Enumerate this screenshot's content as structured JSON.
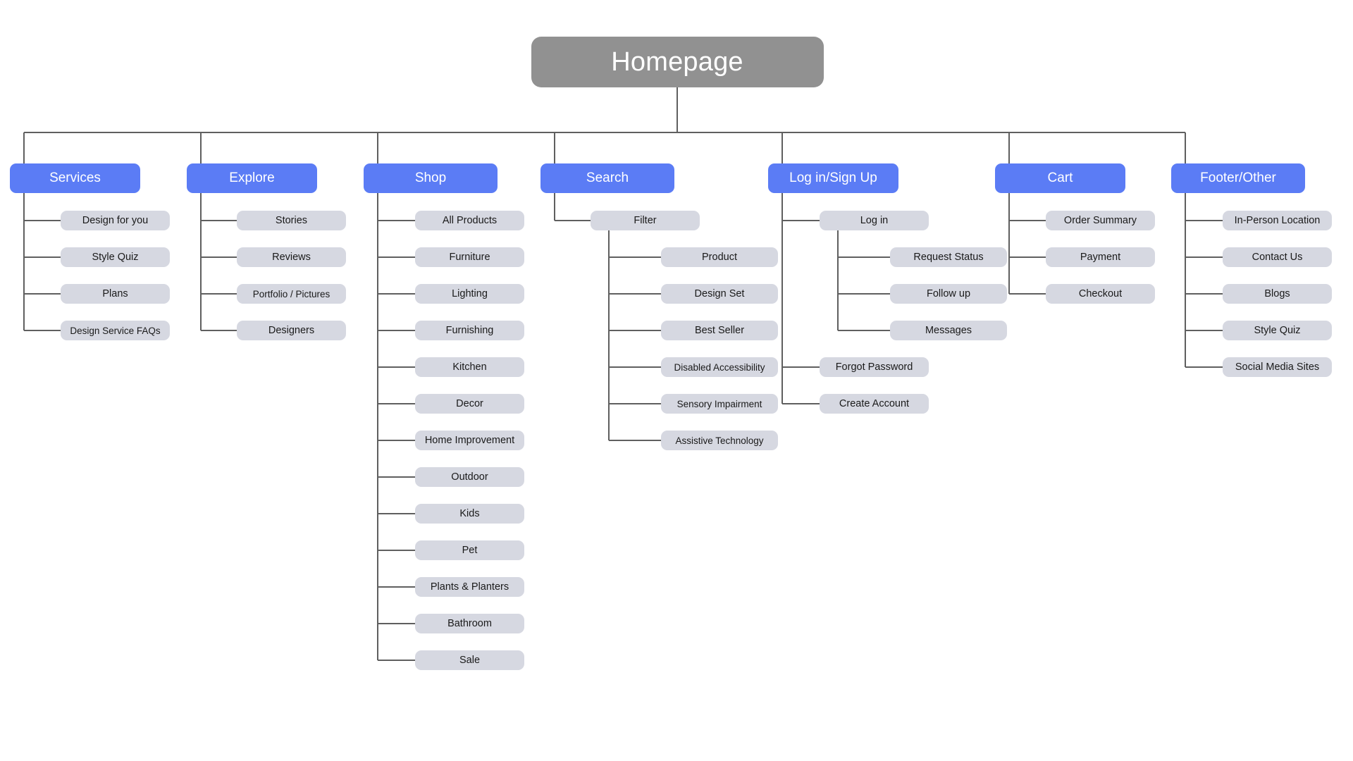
{
  "diagram": {
    "title": "Homepage",
    "type": "sitemap",
    "colors": {
      "root": "#919191",
      "category": "#5b7cf5",
      "leaf": "#d6d8e1",
      "connector": "#5f5f5f",
      "background": "#ffffff"
    },
    "root": {
      "label": "Homepage"
    },
    "categories": [
      {
        "label": "Services",
        "children": [
          {
            "label": "Design for you"
          },
          {
            "label": "Style Quiz"
          },
          {
            "label": "Plans"
          },
          {
            "label": "Design Service FAQs"
          }
        ]
      },
      {
        "label": "Explore",
        "children": [
          {
            "label": "Stories"
          },
          {
            "label": "Reviews"
          },
          {
            "label": "Portfolio / Pictures"
          },
          {
            "label": "Designers"
          }
        ]
      },
      {
        "label": "Shop",
        "children": [
          {
            "label": "All Products"
          },
          {
            "label": "Furniture"
          },
          {
            "label": "Lighting"
          },
          {
            "label": "Furnishing"
          },
          {
            "label": "Kitchen"
          },
          {
            "label": "Decor"
          },
          {
            "label": "Home Improvement"
          },
          {
            "label": "Outdoor"
          },
          {
            "label": "Kids"
          },
          {
            "label": "Pet"
          },
          {
            "label": "Plants & Planters"
          },
          {
            "label": "Bathroom"
          },
          {
            "label": "Sale"
          }
        ]
      },
      {
        "label": "Search",
        "children": [
          {
            "label": "Filter",
            "children": [
              {
                "label": "Product"
              },
              {
                "label": "Design Set"
              },
              {
                "label": "Best Seller"
              },
              {
                "label": "Disabled Accessibility"
              },
              {
                "label": "Sensory Impairment"
              },
              {
                "label": "Assistive Technology"
              }
            ]
          }
        ]
      },
      {
        "label": "Log in/Sign Up",
        "children": [
          {
            "label": "Log in",
            "children": [
              {
                "label": "Request Status"
              },
              {
                "label": "Follow up"
              },
              {
                "label": "Messages"
              }
            ]
          },
          {
            "label": "Forgot Password"
          },
          {
            "label": "Create Account"
          }
        ]
      },
      {
        "label": "Cart",
        "children": [
          {
            "label": "Order Summary"
          },
          {
            "label": "Payment"
          },
          {
            "label": "Checkout"
          }
        ]
      },
      {
        "label": "Footer/Other",
        "children": [
          {
            "label": "In-Person Location"
          },
          {
            "label": "Contact Us"
          },
          {
            "label": "Blogs"
          },
          {
            "label": "Style Quiz"
          },
          {
            "label": "Social Media Sites"
          }
        ]
      }
    ]
  }
}
